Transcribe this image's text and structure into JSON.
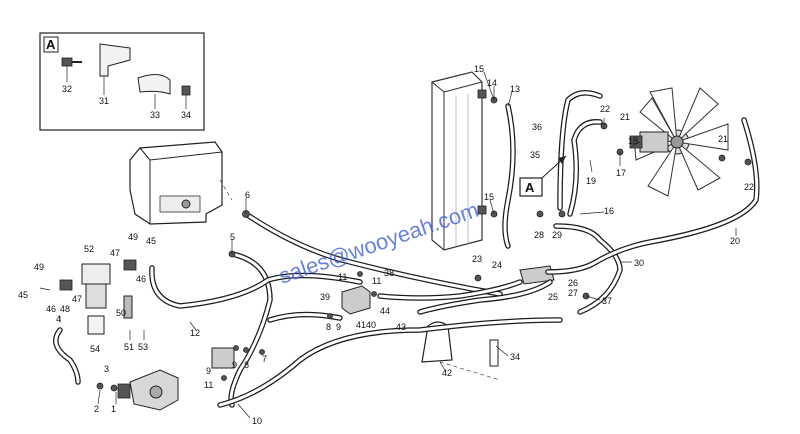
{
  "inset": {
    "letter": "A",
    "labels": [
      "32",
      "31",
      "33",
      "34"
    ]
  },
  "detail_marker": {
    "letter": "A"
  },
  "watermark": "sales@wooyeah.com",
  "part_labels": [
    "1",
    "2",
    "3",
    "4",
    "5",
    "6",
    "7",
    "8",
    "9",
    "9",
    "9",
    "8",
    "10",
    "11",
    "11",
    "11",
    "12",
    "13",
    "14",
    "15",
    "15",
    "16",
    "17",
    "18",
    "19",
    "20",
    "21",
    "21",
    "22",
    "22",
    "23",
    "24",
    "25",
    "26",
    "27",
    "28",
    "29",
    "30",
    "34",
    "35",
    "36",
    "37",
    "38",
    "39",
    "40",
    "41",
    "42",
    "43",
    "44",
    "45",
    "45",
    "46",
    "46",
    "47",
    "47",
    "48",
    "49",
    "49",
    "50",
    "51",
    "52",
    "53",
    "54"
  ]
}
